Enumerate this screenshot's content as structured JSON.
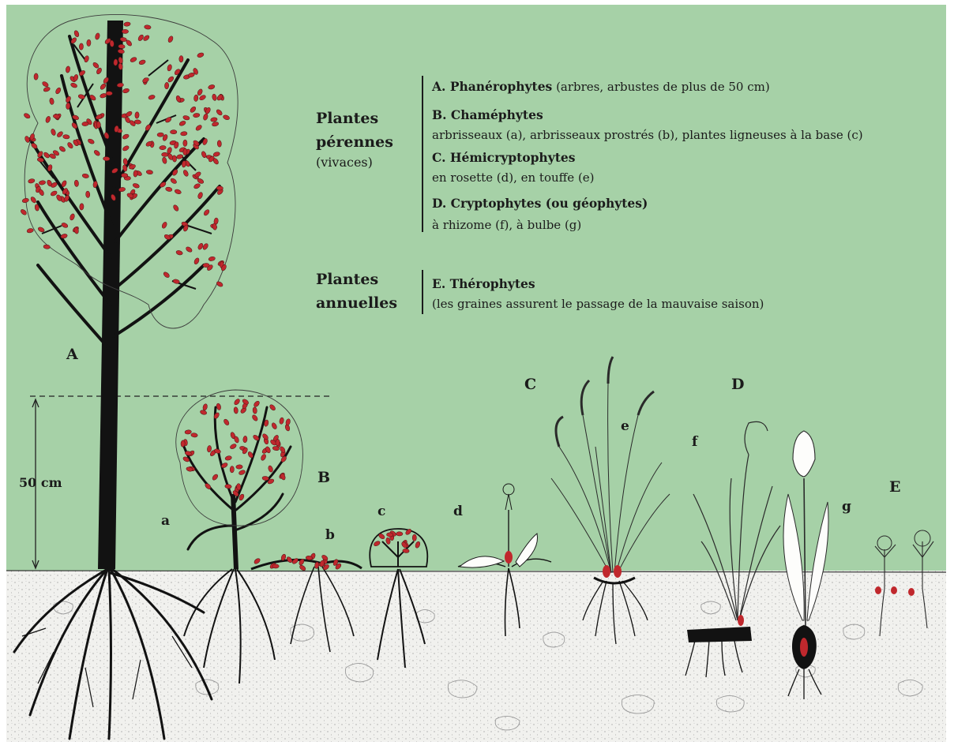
{
  "perennial": {
    "label_line1": "Plantes",
    "label_line2": "pérennes",
    "sublabel": "(vivaces)",
    "items": [
      {
        "head": "A. Phanérophytes",
        "desc": " (arbres, arbustes de plus de 50 cm)"
      },
      {
        "head": "B. Chaméphytes",
        "desc": "arbrisseaux (a), arbrisseaux prostrés (b), plantes ligneuses à la base (c)"
      },
      {
        "head": "C. Hémicryptophytes",
        "desc": "en rosette (d), en touffe (e)"
      },
      {
        "head": "D. Cryptophytes (ou géophytes)",
        "desc": "à rhizome (f), à bulbe (g)"
      }
    ]
  },
  "annual": {
    "label_line1": "Plantes",
    "label_line2": "annuelles",
    "items": [
      {
        "head": "E. Thérophytes",
        "desc": "(les graines assurent le passage de la mauvaise saison)"
      }
    ]
  },
  "scale": {
    "label": "50 cm"
  },
  "letters": {
    "A": "A",
    "B": "B",
    "C": "C",
    "D": "D",
    "E": "E"
  },
  "sublabels": {
    "a": "a",
    "b": "b",
    "c": "c",
    "d": "d",
    "e": "e",
    "f": "f",
    "g": "g"
  },
  "colors": {
    "sky": "#a6d1a7",
    "soil": "#f1f1ee",
    "ink": "#111111",
    "berry": "#c0282d"
  }
}
